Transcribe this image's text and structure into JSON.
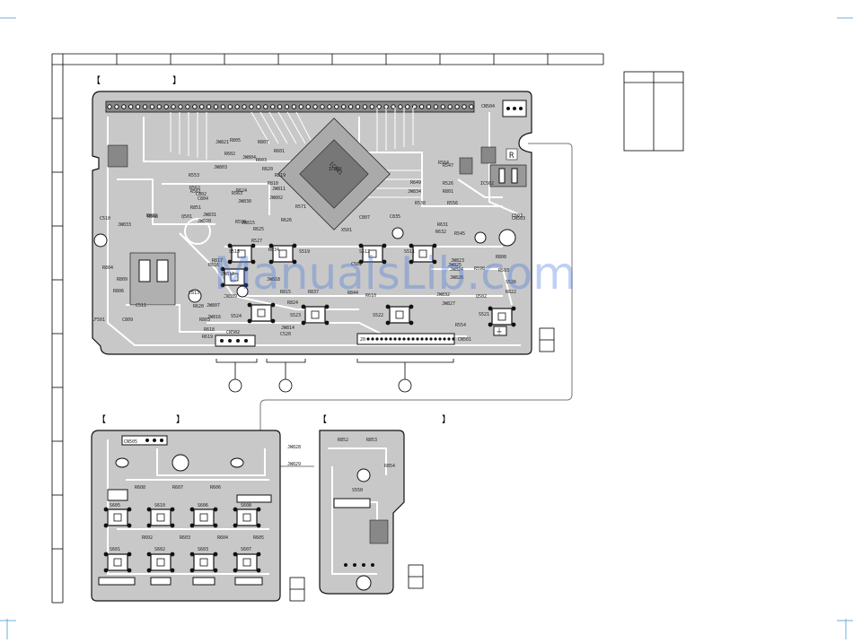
{
  "watermark": "ManualsLib.com",
  "brackets": {
    "main_left": "【",
    "main_right": "】",
    "key_left": "【",
    "key_right": "】",
    "jog_left": "【",
    "jog_right": "】"
  },
  "symbols": {
    "r_mark": "R",
    "ground": "⏚"
  },
  "connectors": {
    "cn504": "CN504",
    "cn501": "CN501",
    "cn502": "CN502",
    "cn503": "CN503",
    "cn505": "CN505",
    "cn501_pin": "20"
  },
  "ics": {
    "ic501": "IC501",
    "ic502": "IC502"
  },
  "main_labels": [
    "R564",
    "R553",
    "R562",
    "R561",
    "R563",
    "IC501",
    "R571",
    "C510",
    "R508",
    "Q501",
    "C802",
    "R802",
    "R851",
    "JW833",
    "C804",
    "R624",
    "JW830",
    "R590",
    "R625",
    "R527",
    "R626",
    "JW815",
    "C807",
    "C835",
    "R631",
    "R632",
    "R649",
    "JW834",
    "R530",
    "R547",
    "C503",
    "S515",
    "R834",
    "S519",
    "X501",
    "C502",
    "S512",
    "S511",
    "JW807",
    "R817",
    "R816",
    "JW812",
    "JW809",
    "C813",
    "R620",
    "R815",
    "R837",
    "S524",
    "S523",
    "S522",
    "R593",
    "S521",
    "R822",
    "R824",
    "JW818",
    "JW814",
    "C520",
    "R844",
    "R545",
    "R554",
    "JW823",
    "JW827",
    "JW832",
    "R610",
    "JW824",
    "JW826",
    "JW825",
    "R808",
    "R598",
    "S526",
    "LF501",
    "C809",
    "C511",
    "R618",
    "R619",
    "JW816",
    "R803",
    "R804",
    "R806",
    "R809",
    "R820",
    "R819",
    "R810",
    "JW811",
    "R526",
    "R801",
    "R556",
    "Q502",
    "JW820",
    "JW831",
    "JW821",
    "R805",
    "R807",
    "R603",
    "R601",
    "R602",
    "JW804",
    "JW803",
    "JW802"
  ],
  "key_labels": [
    "JW828",
    "JW829",
    "R608",
    "R607",
    "R606",
    "S605",
    "S610",
    "S606",
    "S608",
    "R602",
    "R603",
    "R604",
    "R605",
    "S601",
    "S602",
    "S603",
    "S607"
  ],
  "jog_labels": [
    "R852",
    "R853",
    "R854",
    "S550"
  ]
}
